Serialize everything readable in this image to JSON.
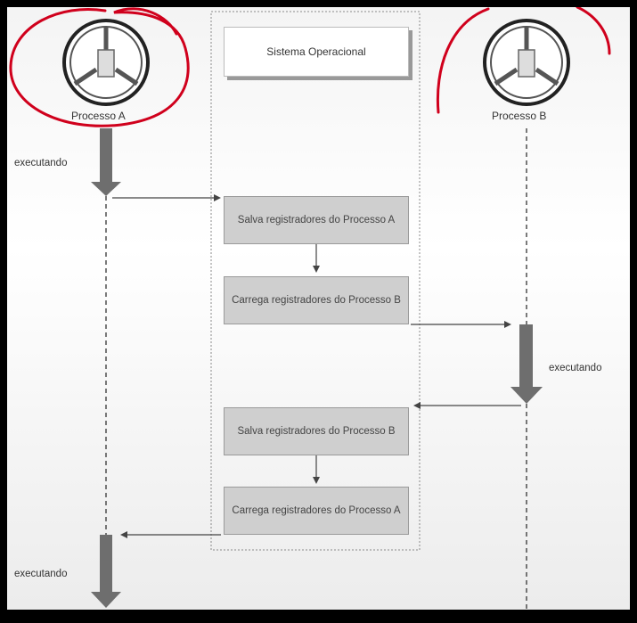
{
  "os_label": "Sistema Operacional",
  "process_a_label": "Processo A",
  "process_b_label": "Processo B",
  "steps": [
    "Salva registradores do Processo A",
    "Carrega registradores do Processo B",
    "Salva registradores do Processo B",
    "Carrega registradores do Processo A"
  ],
  "exec_labels": [
    "executando",
    "executando",
    "executando"
  ],
  "colors": {
    "arrow": "#6e6e6e",
    "annotation": "#d0001c",
    "step_fill": "#cfcfcf"
  },
  "icons": [
    "steering-wheel-icon",
    "steering-wheel-icon"
  ]
}
